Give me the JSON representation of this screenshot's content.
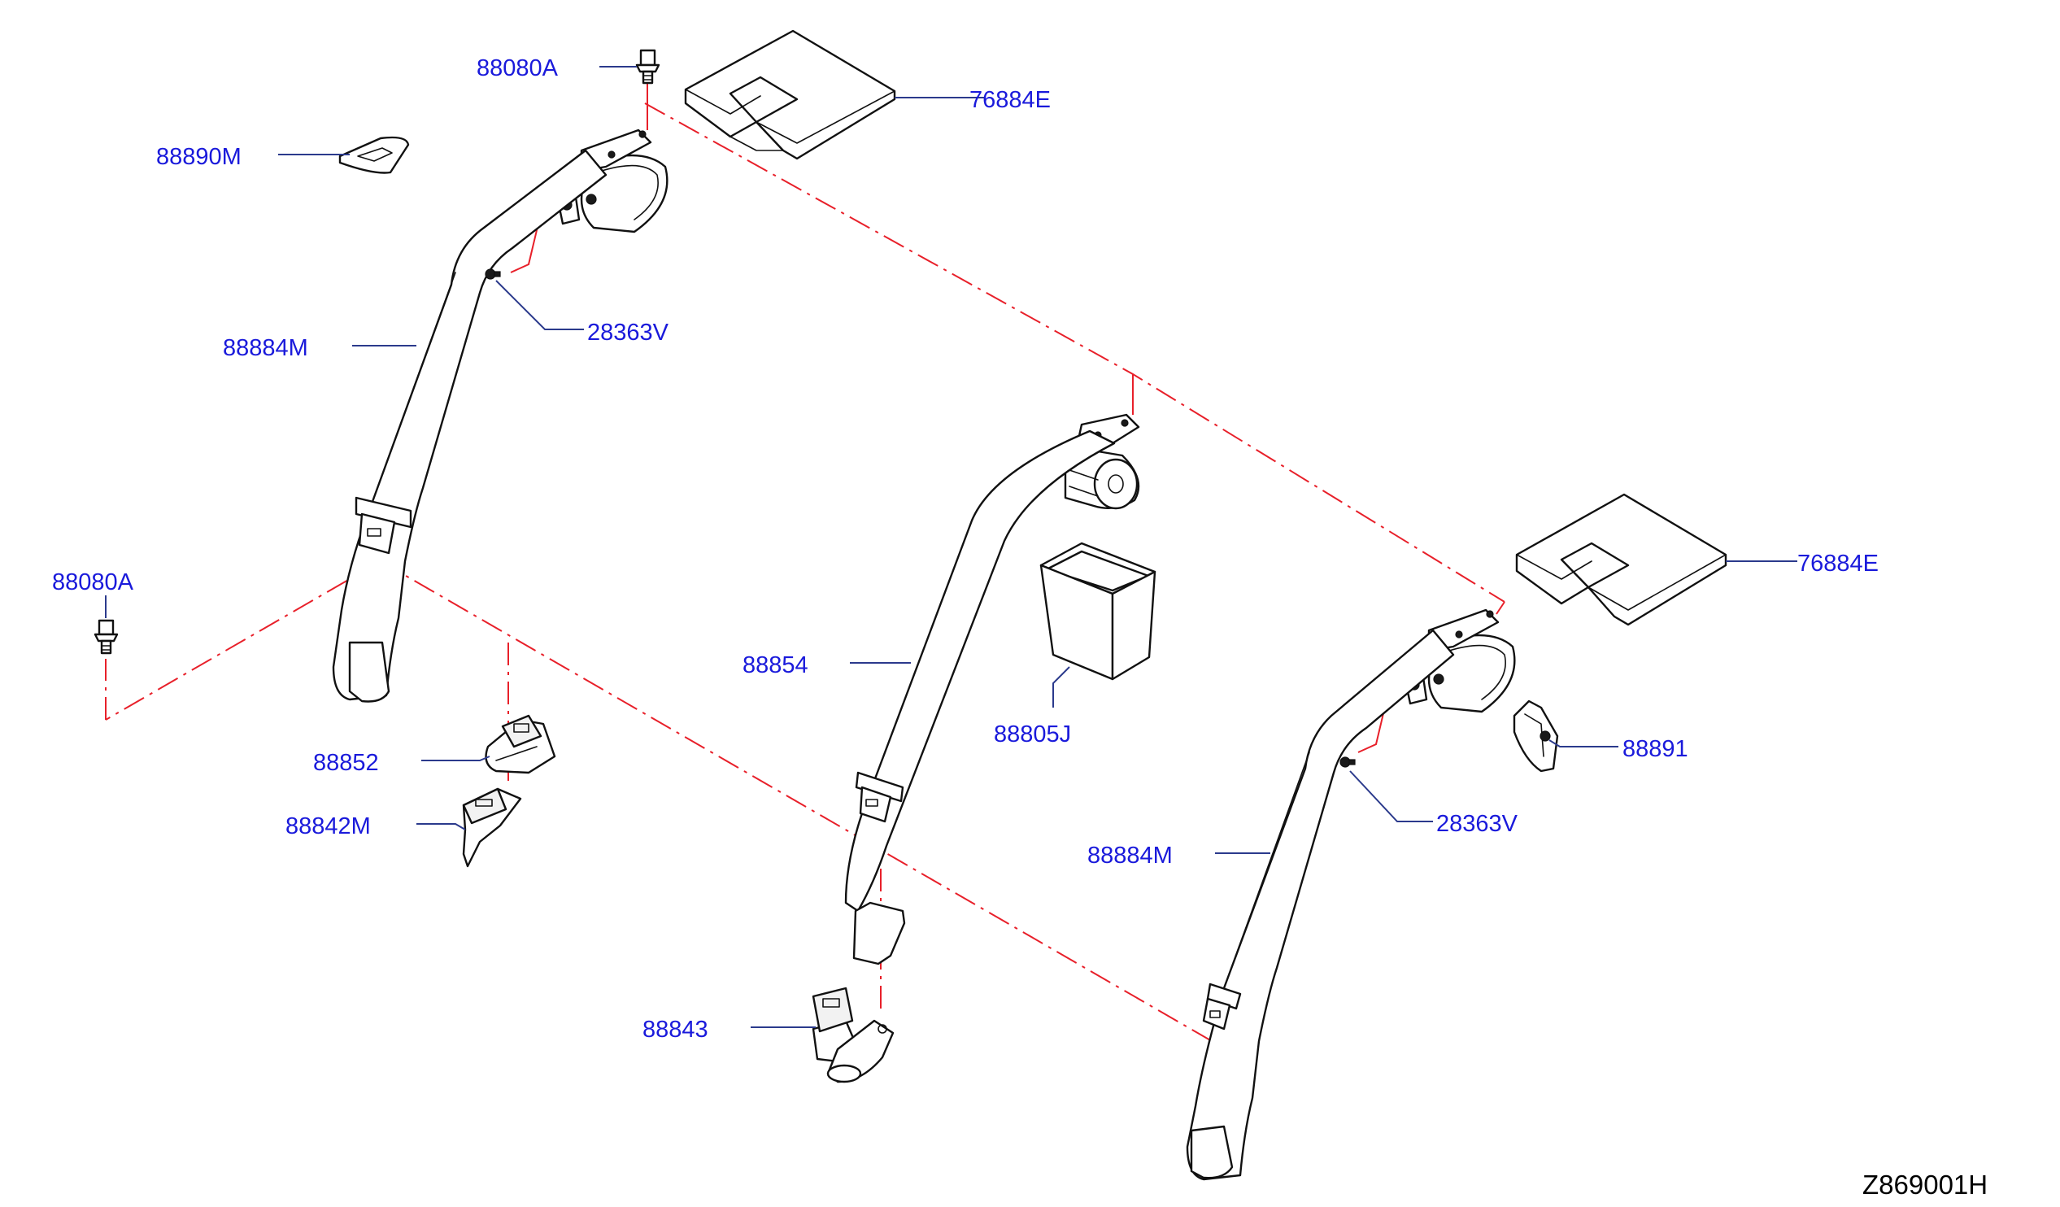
{
  "colors": {
    "label": "#1a1adb",
    "leader": "#2b3a8c",
    "centerline": "#e8202a",
    "outline": "#111111"
  },
  "labels": {
    "p88080A_top": "88080A",
    "p76884E_top": "76884E",
    "p88890M": "88890M",
    "p88884M_left": "88884M",
    "p28363V_left": "28363V",
    "p88080A_left": "88080A",
    "p88852": "88852",
    "p88842M": "88842M",
    "p88854": "88854",
    "p88805J": "88805J",
    "p88843": "88843",
    "p76884E_right": "76884E",
    "p88891": "88891",
    "p28363V_right": "28363V",
    "p88884M_right": "88884M"
  },
  "diagram_code": "Z869001H"
}
